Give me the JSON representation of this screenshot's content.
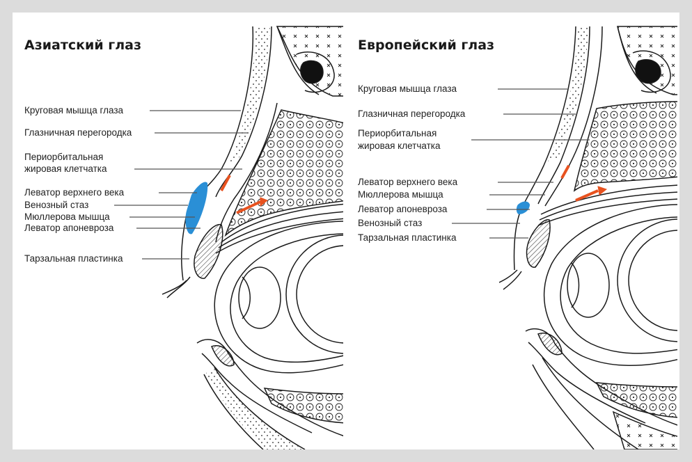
{
  "colors": {
    "background": "#dcdcdc",
    "panel": "#ffffff",
    "line": "#1a1a1a",
    "leader": "#555555",
    "venous_stasis": "#2a8fd6",
    "arrow": "#e8521f"
  },
  "panels": {
    "asian": {
      "title": "Азиатский глаз",
      "labels": {
        "orbicularis": "Круговая мышца глаза",
        "septum": "Глазничная перегородка",
        "fat_line1": "Периорбитальная",
        "fat_line2": "жировая клетчатка",
        "levator": "Леватор верхнего века",
        "venous": "Венозный стаз",
        "muller": "Мюллерова мышца",
        "aponeurosis": "Леватор апоневроза",
        "tarsal": "Тарзальная пластинка"
      }
    },
    "european": {
      "title": "Европейский глаз",
      "labels": {
        "orbicularis": "Круговая мышца глаза",
        "septum": "Глазничная перегородка",
        "fat_line1": "Периорбитальная",
        "fat_line2": "жировая клетчатка",
        "levator": "Леватор верхнего века",
        "muller": "Мюллерова мышца",
        "aponeurosis": "Леватор апоневроза",
        "venous": "Венозный стаз",
        "tarsal": "Тарзальная пластинка"
      }
    }
  },
  "icons": {
    "left": "eyelid-cross-section-icon",
    "right": "eyelid-cross-section-icon"
  }
}
